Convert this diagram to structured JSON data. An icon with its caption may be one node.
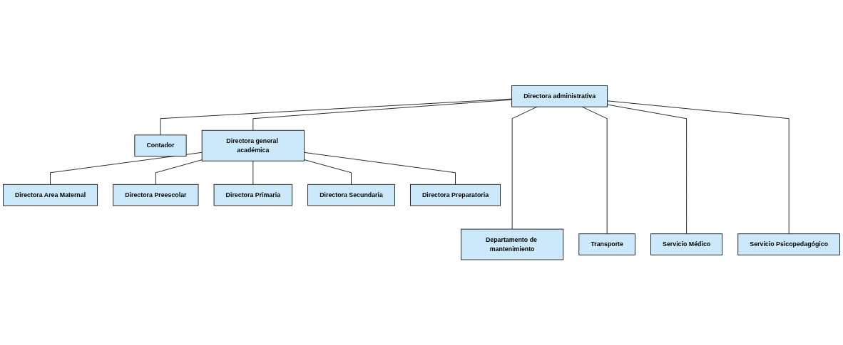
{
  "diagram": {
    "nodes": [
      {
        "text": [
          "Directora administrativa"
        ]
      },
      {
        "text": [
          "Contador"
        ]
      },
      {
        "text": [
          "Directora general académica"
        ]
      },
      {
        "text": [
          "Directora Area Maternal"
        ]
      },
      {
        "text": [
          "Directora Preescolar"
        ]
      },
      {
        "text": [
          "Directora Primaria"
        ]
      },
      {
        "text": [
          "Directora Secundaria"
        ]
      },
      {
        "text": [
          "Directora Preparatoria"
        ]
      },
      {
        "text": [
          "Departamento de mantenimiento"
        ]
      },
      {
        "text": [
          "Transporte"
        ]
      },
      {
        "text": [
          "Servicio Médico"
        ]
      },
      {
        "text": [
          "Servicio Psicopedagógico"
        ]
      }
    ],
    "edges": [
      {
        "from": 0,
        "to": 1,
        "arrow": "none"
      },
      {
        "from": 0,
        "to": 8,
        "arrow": "none"
      },
      {
        "from": 0,
        "to": 9,
        "arrow": "none"
      },
      {
        "from": 0,
        "to": 10,
        "arrow": "none"
      },
      {
        "from": 0,
        "to": 11,
        "arrow": "none"
      },
      {
        "from": 0,
        "to": 2,
        "arrow": "none"
      },
      {
        "from": 2,
        "to": 3,
        "arrow": "none"
      },
      {
        "from": 2,
        "to": 4,
        "arrow": "none"
      },
      {
        "from": 2,
        "to": 5,
        "arrow": "none"
      },
      {
        "from": 2,
        "to": 6,
        "arrow": "none"
      },
      {
        "from": 2,
        "to": 7,
        "arrow": "none"
      }
    ]
  }
}
